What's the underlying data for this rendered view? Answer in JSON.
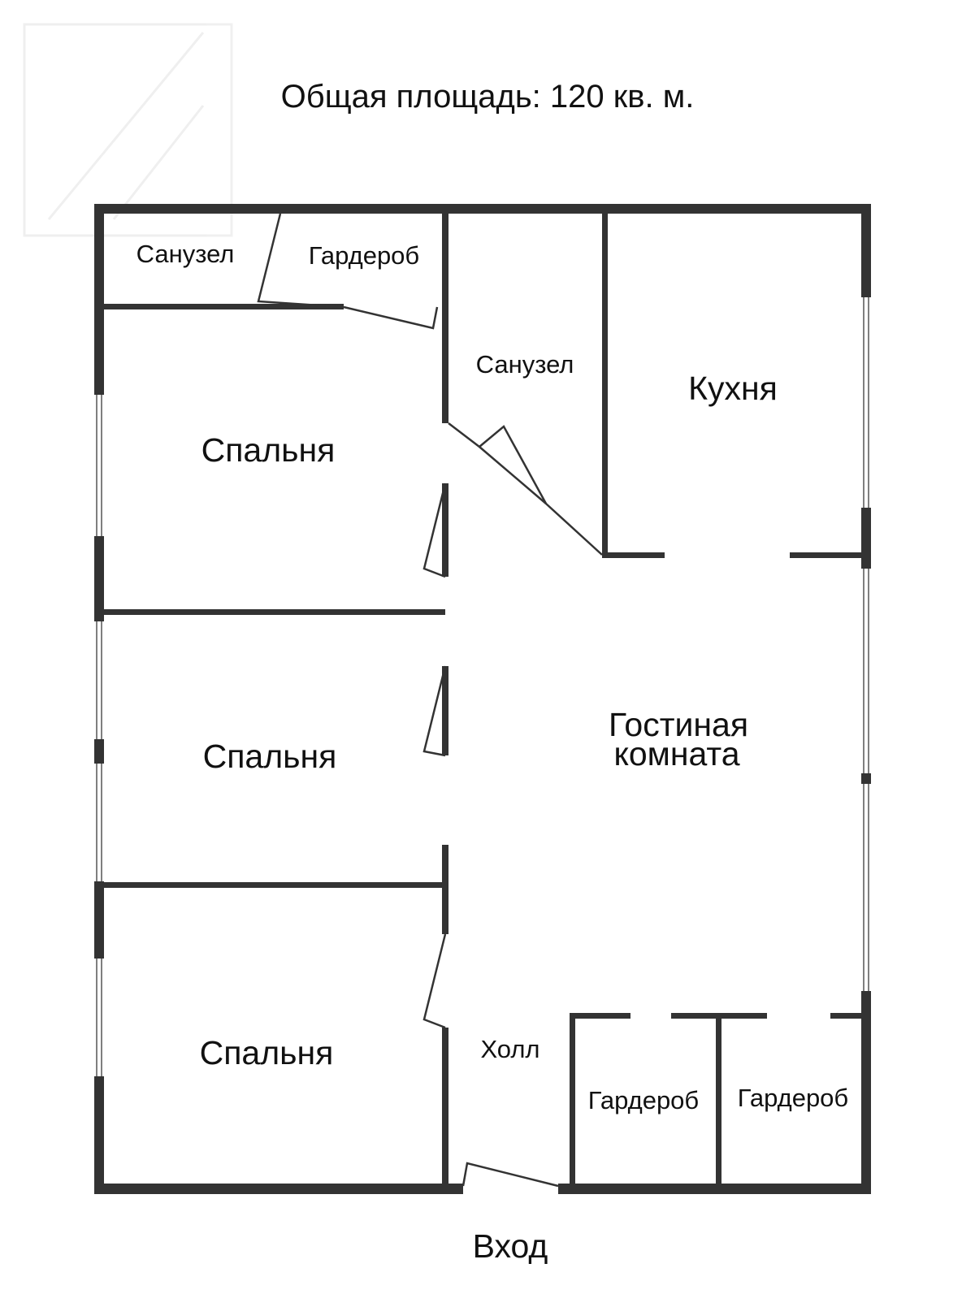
{
  "title": "Общая площадь: 120 кв. м.",
  "entrance": "Вход",
  "rooms": {
    "bathroom_1": "Санузел",
    "wardrobe_1": "Гардероб",
    "bathroom_2": "Санузел",
    "kitchen": "Кухня",
    "bedroom_1": "Спальня",
    "bedroom_2": "Спальня",
    "bedroom_3": "Спальня",
    "living_line1": "Гостиная",
    "living_line2": "комната",
    "hall": "Холл",
    "wardrobe_2": "Гардероб",
    "wardrobe_3": "Гардероб"
  },
  "colors": {
    "wall": "#333333",
    "background": "#ffffff",
    "text": "#111111"
  }
}
